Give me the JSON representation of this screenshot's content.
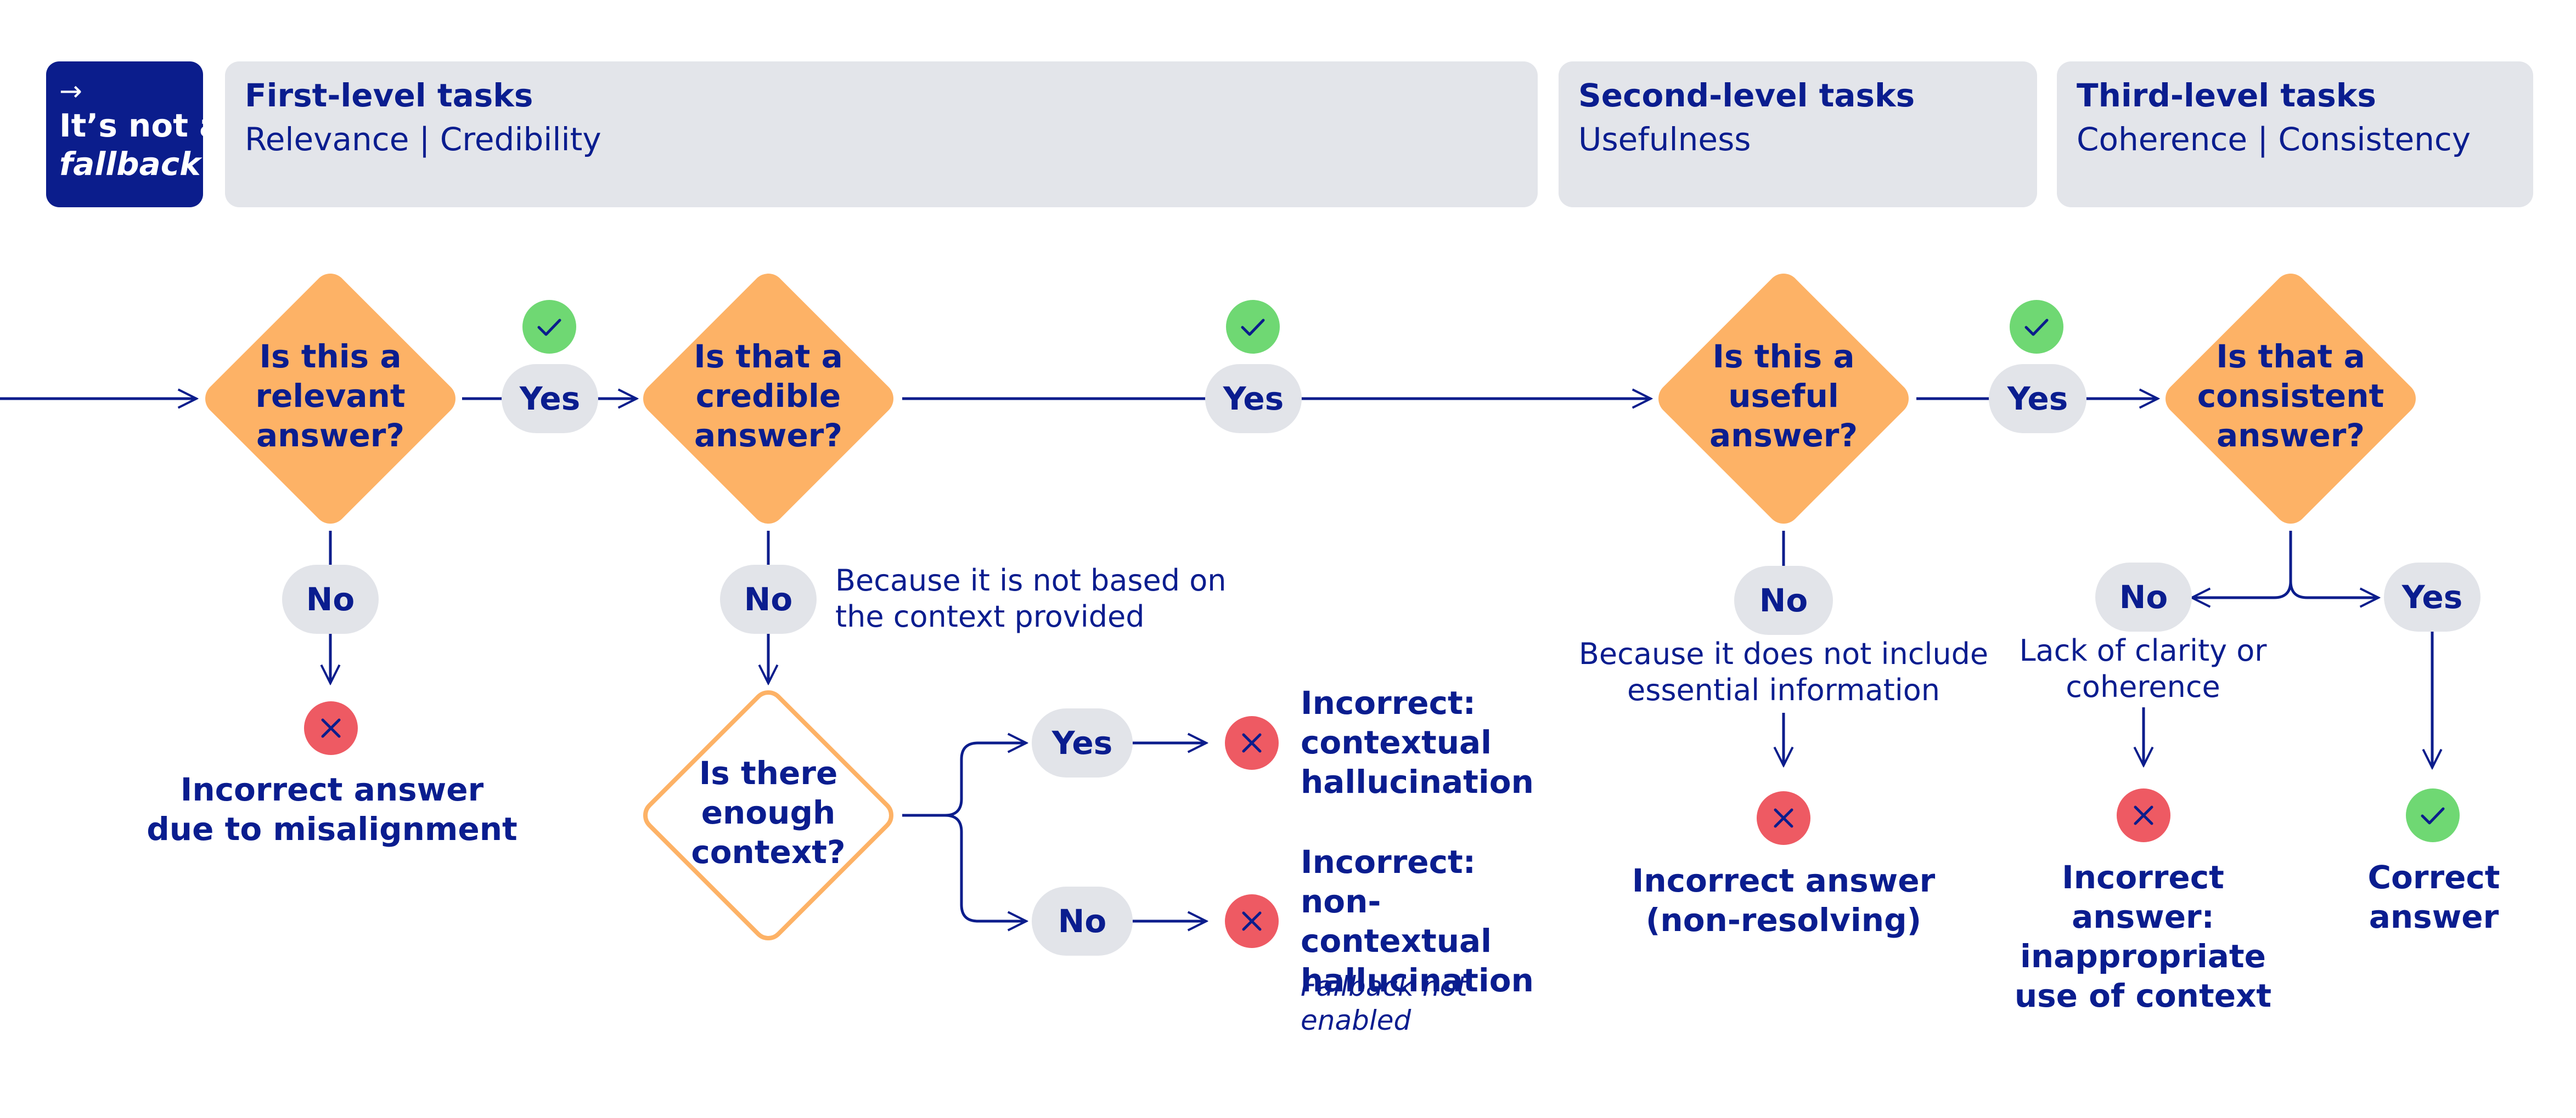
{
  "tag": {
    "arrow": "→",
    "line1": "It’s not a",
    "line2": "fallback"
  },
  "bands": {
    "first": {
      "title": "First-level tasks",
      "subtitle": "Relevance | Credibility"
    },
    "second": {
      "title": "Second-level tasks",
      "subtitle": "Usefulness"
    },
    "third": {
      "title": "Third-level tasks",
      "subtitle": "Coherence | Consistency"
    }
  },
  "questions": {
    "relevant": "Is this a relevant answer?",
    "credible": "Is that a credible answer?",
    "context": "Is there enough context?",
    "useful": "Is this a useful answer?",
    "consistent": "Is that a consistent answer?"
  },
  "answers": {
    "yes": "Yes",
    "no": "No"
  },
  "notes": {
    "not_based": "Because it is not based on the context provided",
    "not_essential": "Because it does not include essential information",
    "lack_clarity": "Lack of clarity or coherence",
    "fallback_not_enabled": "Fallback not enabled"
  },
  "outcomes": {
    "misalignment": "Incorrect answer due to misalignment",
    "contextual": "Incorrect: contextual hallucination",
    "non_contextual": "Incorrect: non-contextual hallucination",
    "non_resolving": "Incorrect answer (non-resolving)",
    "inappropriate": "Incorrect answer: inappropriate use of context",
    "correct": "Correct answer"
  },
  "colors": {
    "navy": "#0b1d8c",
    "diamond": "#fdb266",
    "pill": "#e2e4e9",
    "band": "#e3e5ea",
    "success": "#6fd873",
    "error": "#ee5a63"
  },
  "icons": {
    "check": "check-icon",
    "cross": "cross-icon",
    "arrow": "arrow-right-icon"
  }
}
